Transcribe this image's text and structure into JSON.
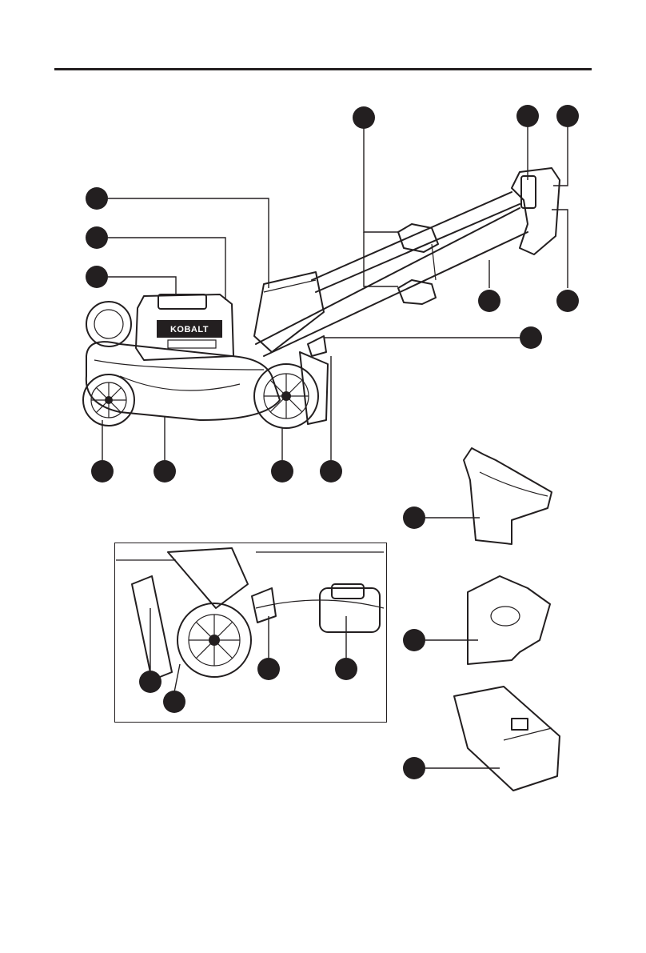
{
  "brand_logo_text": "KOBALT",
  "colors": {
    "ink": "#231f20",
    "paper": "#ffffff"
  },
  "callouts": {
    "main_view": [
      {
        "id": "top-1"
      },
      {
        "id": "top-2"
      },
      {
        "id": "top-3"
      },
      {
        "id": "left-1"
      },
      {
        "id": "left-2"
      },
      {
        "id": "left-3"
      },
      {
        "id": "right-1"
      },
      {
        "id": "right-2"
      },
      {
        "id": "right-3"
      },
      {
        "id": "bottom-1"
      },
      {
        "id": "bottom-2"
      },
      {
        "id": "bottom-3"
      },
      {
        "id": "bottom-4"
      }
    ],
    "inset_view": [
      {
        "id": "inset-1"
      },
      {
        "id": "inset-2"
      },
      {
        "id": "inset-3"
      },
      {
        "id": "inset-4"
      }
    ],
    "accessories": [
      {
        "id": "accessory-1"
      },
      {
        "id": "accessory-2"
      },
      {
        "id": "accessory-3"
      }
    ]
  }
}
